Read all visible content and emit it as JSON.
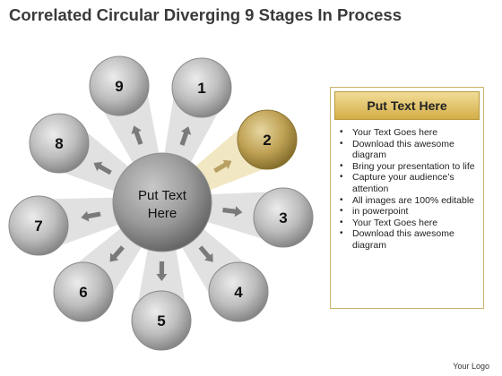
{
  "title": "Correlated Circular Diverging 9 Stages In Process",
  "center": {
    "lines": [
      "Put Text",
      "Here"
    ]
  },
  "nodes": [
    {
      "label": "1",
      "highlight": false
    },
    {
      "label": "2",
      "highlight": true
    },
    {
      "label": "3",
      "highlight": false
    },
    {
      "label": "4",
      "highlight": false
    },
    {
      "label": "5",
      "highlight": false
    },
    {
      "label": "6",
      "highlight": false
    },
    {
      "label": "7",
      "highlight": false
    },
    {
      "label": "8",
      "highlight": false
    },
    {
      "label": "9",
      "highlight": false
    }
  ],
  "panel": {
    "heading": "Put Text Here",
    "bullet_glyph": "•",
    "items": [
      "Your Text Goes here",
      "Download this awesome diagram",
      "Bring your presentation to life",
      "Capture your audience’s attention",
      "All images are 100% editable",
      "in powerpoint",
      "Your Text Goes here",
      "Download this awesome diagram"
    ]
  },
  "logo": "Your Logo",
  "colors": {
    "gray_node": "#a6a6a6",
    "gold_node": "#b59a45",
    "gold_header": "#d4ae47",
    "ray": "#dcdcdc",
    "arrow": "#7a7a7a"
  }
}
